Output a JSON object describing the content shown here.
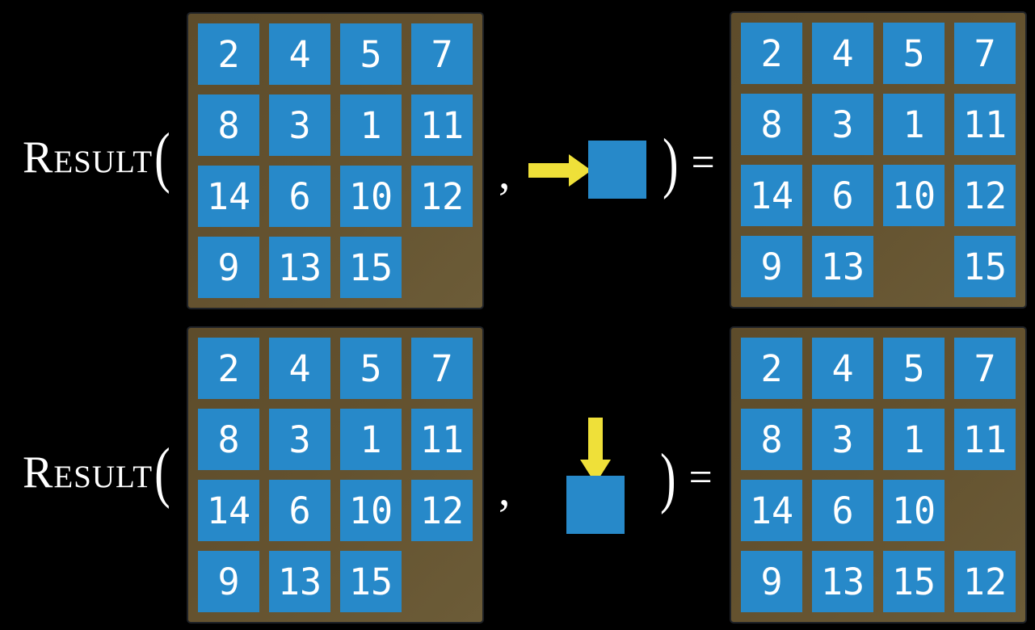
{
  "colors": {
    "background": "#000000",
    "board_brown": "#63512E",
    "tile_blue": "#2789C9",
    "arrow_yellow": "#EFE039",
    "text_white": "#FFFFFF"
  },
  "equation": {
    "function_name": "Result",
    "open_paren": "(",
    "comma": ",",
    "close_paren": ")",
    "equals": "="
  },
  "icons": {
    "example1_move": "arrow-right-icon",
    "example2_move": "arrow-down-icon"
  },
  "examples": [
    {
      "move_direction": "right",
      "input_grid": [
        [
          2,
          4,
          5,
          7
        ],
        [
          8,
          3,
          1,
          11
        ],
        [
          14,
          6,
          10,
          12
        ],
        [
          9,
          13,
          15,
          null
        ]
      ],
      "output_grid": [
        [
          2,
          4,
          5,
          7
        ],
        [
          8,
          3,
          1,
          11
        ],
        [
          14,
          6,
          10,
          12
        ],
        [
          9,
          13,
          null,
          15
        ]
      ]
    },
    {
      "move_direction": "down",
      "input_grid": [
        [
          2,
          4,
          5,
          7
        ],
        [
          8,
          3,
          1,
          11
        ],
        [
          14,
          6,
          10,
          12
        ],
        [
          9,
          13,
          15,
          null
        ]
      ],
      "output_grid": [
        [
          2,
          4,
          5,
          7
        ],
        [
          8,
          3,
          1,
          11
        ],
        [
          14,
          6,
          10,
          null
        ],
        [
          9,
          13,
          15,
          12
        ]
      ]
    }
  ]
}
